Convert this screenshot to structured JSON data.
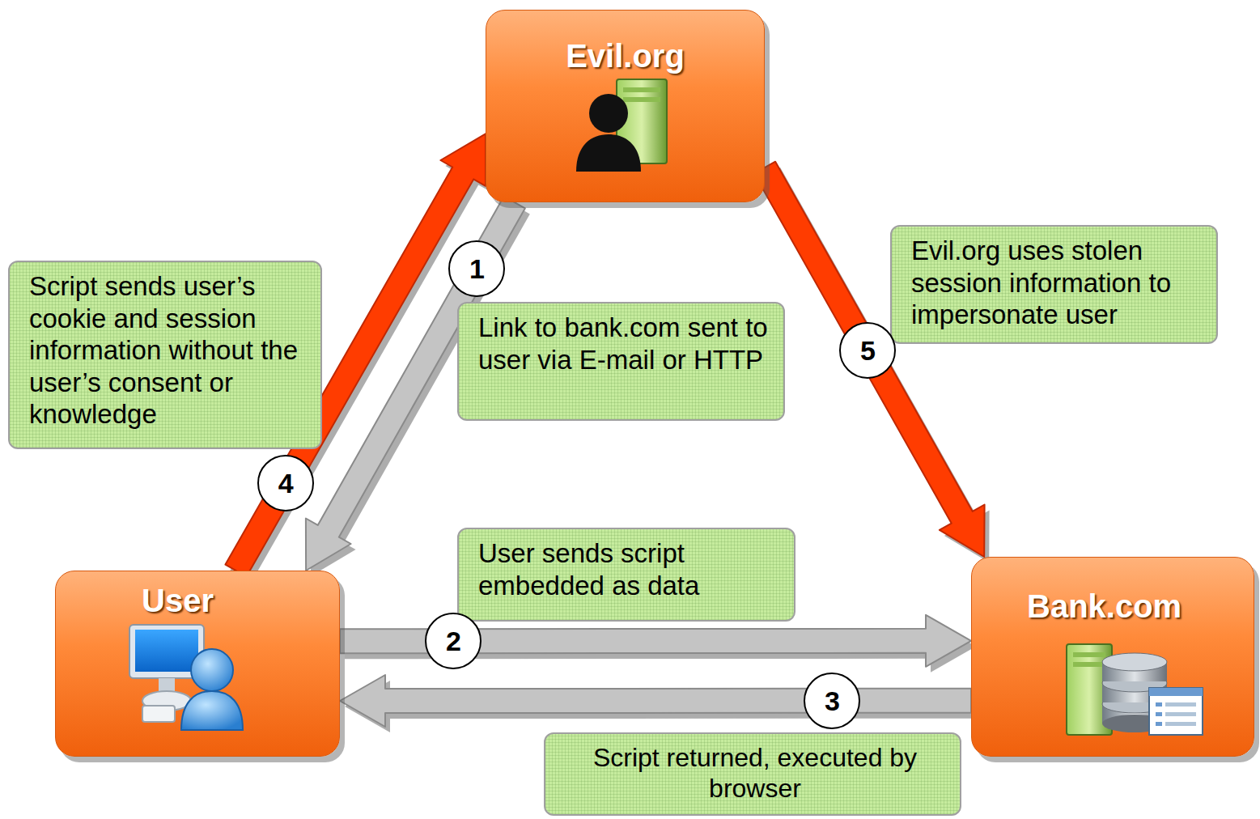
{
  "diagram": {
    "nodes": [
      {
        "text": [
          "Evil.org"
        ]
      },
      {
        "text": [
          "Script sends user’s cookie and session information without the user’s consent or knowledge"
        ]
      },
      {
        "text": [
          "Link to bank.com sent to user via E-mail or HTTP"
        ]
      },
      {
        "text": [
          "Evil.org uses stolen session information to impersonate user"
        ]
      },
      {
        "text": [
          "User sends script embedded as data"
        ]
      },
      {
        "text": [
          "User"
        ]
      },
      {
        "text": [
          "Bank.com"
        ]
      },
      {
        "text": [
          "Script returned, executed by browser"
        ]
      }
    ],
    "edges": [
      {
        "from": 0,
        "to": 5,
        "arrow": "to",
        "label": "1"
      },
      {
        "from": 5,
        "to": 6,
        "arrow": "to",
        "label": "2"
      },
      {
        "from": 6,
        "to": 5,
        "arrow": "to",
        "label": "3"
      },
      {
        "from": 5,
        "to": 0,
        "arrow": "to",
        "label": "4"
      },
      {
        "from": 0,
        "to": 6,
        "arrow": "to",
        "label": "5"
      }
    ]
  }
}
